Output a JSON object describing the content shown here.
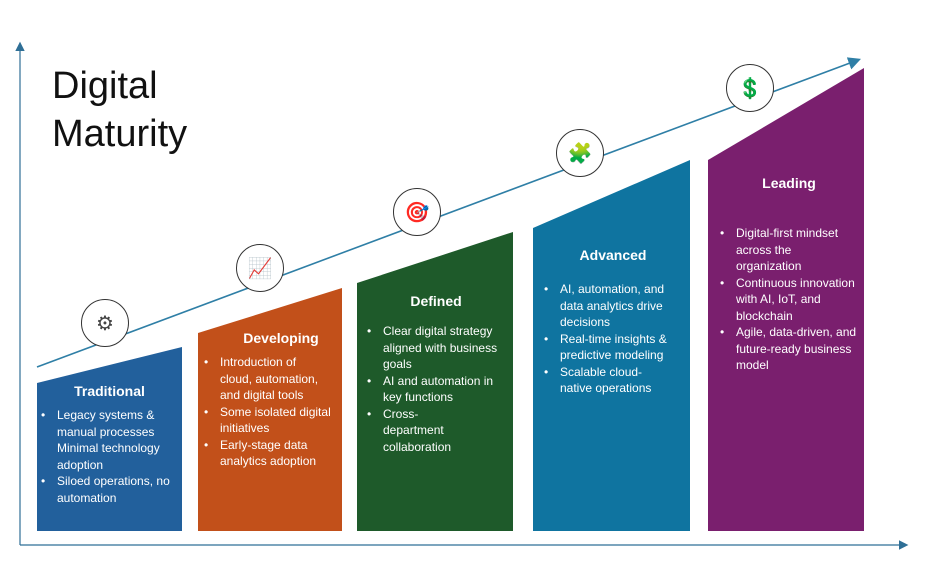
{
  "title_line1": "Digital",
  "title_line2": "Maturity",
  "colors": {
    "traditional": "#22609c",
    "developing": "#c2501a",
    "defined": "#1e5a2a",
    "advanced": "#0f74a0",
    "leading": "#7a1f6e",
    "trend": "#2f7fa6"
  },
  "stages": [
    {
      "name": "Traditional",
      "icon": "gear-hand-icon",
      "glyph": "⚙",
      "items": [
        {
          "text": "Legacy systems & manual processes",
          "bullet": true
        },
        {
          "text": "Minimal technology adoption",
          "bullet": false
        },
        {
          "text": "Siloed operations, no automation",
          "bullet": true
        }
      ]
    },
    {
      "name": "Developing",
      "icon": "growth-chart-icon",
      "glyph": "📈",
      "items": [
        {
          "text": "Introduction of cloud, automation, and digital tools",
          "bullet": true
        },
        {
          "text": "Some isolated digital initiatives",
          "bullet": true
        },
        {
          "text": "Early-stage data analytics adoption",
          "bullet": true
        }
      ]
    },
    {
      "name": "Defined",
      "icon": "target-bulb-icon",
      "glyph": "🎯",
      "items": [
        {
          "text": "Clear digital strategy aligned with business goals",
          "bullet": true
        },
        {
          "text": "AI and automation in key functions",
          "bullet": true
        },
        {
          "text": "Cross-department collaboration",
          "bullet": true
        }
      ]
    },
    {
      "name": "Advanced",
      "icon": "head-puzzle-icon",
      "glyph": "🧩",
      "items": [
        {
          "text": "AI, automation, and data analytics drive decisions",
          "bullet": true
        },
        {
          "text": "Real-time insights & predictive modeling",
          "bullet": true
        },
        {
          "text": "Scalable cloud-native operations",
          "bullet": true
        }
      ]
    },
    {
      "name": "Leading",
      "icon": "money-growth-icon",
      "glyph": "💲",
      "items": [
        {
          "text": "Digital-first mindset across the organization",
          "bullet": true
        },
        {
          "text": "Continuous innovation with AI, IoT, and blockchain",
          "bullet": true
        },
        {
          "text": "Agile, data-driven, and future-ready business model",
          "bullet": true
        }
      ]
    }
  ]
}
